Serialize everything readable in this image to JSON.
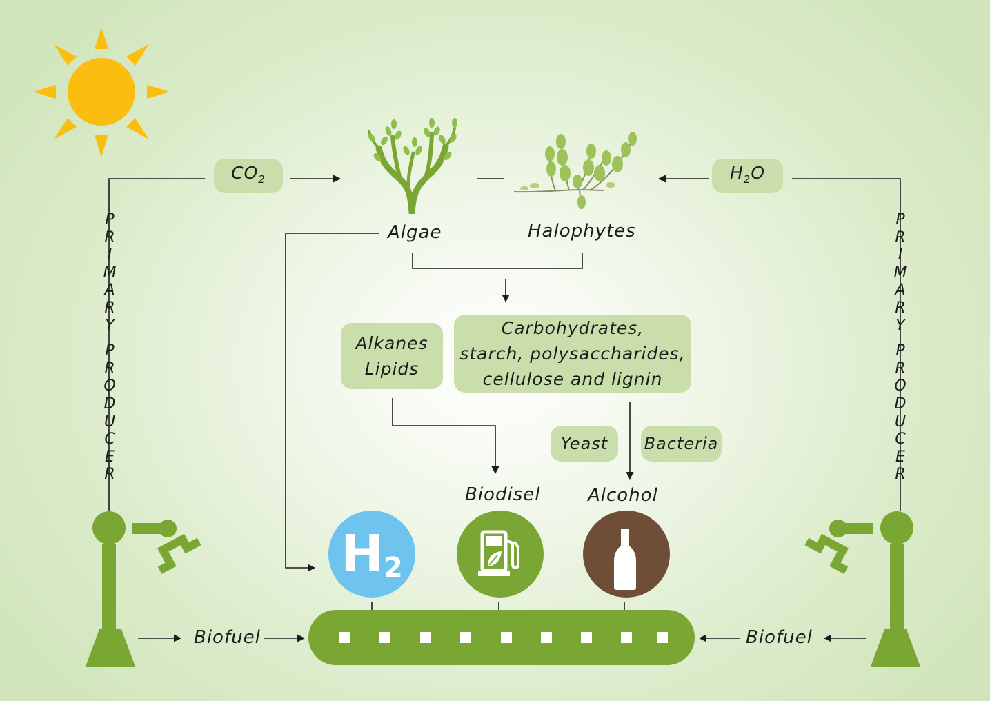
{
  "inputs": {
    "co2": "CO",
    "co2_sub": "2",
    "h2o_main": "H",
    "h2o_sub": "2",
    "h2o_tail": "O"
  },
  "plants": {
    "algae": "Algae",
    "halophytes": "Halophytes"
  },
  "compounds": {
    "lipids": [
      "Alkanes",
      "Lipids"
    ],
    "carbs": [
      "Carbohydrates,",
      "starch, polysaccharides,",
      "cellulose and lignin"
    ]
  },
  "organisms": {
    "yeast": "Yeast",
    "bacteria": "Bacteria"
  },
  "products": {
    "biodiesel": "Biodisel",
    "alcohol": "Alcohol",
    "hydrogen_main": "H",
    "hydrogen_sub": "2"
  },
  "biofuel": {
    "left": "Biofuel",
    "right": "Biofuel"
  },
  "side_labels": {
    "left": "PRIMARY PRODUCER",
    "right": "PRIMARY PRODUCER"
  },
  "colors": {
    "green": "#7aa733",
    "pill": "#c9deaa",
    "sun": "#fbbd10",
    "hydrogen": "#6ec3ef",
    "alcohol": "#6f4e37"
  },
  "icons": [
    "sun-icon",
    "algae-icon",
    "halophyte-icon",
    "robot-arm-icon",
    "fuel-pump-icon",
    "bottle-icon",
    "conveyor-belt"
  ]
}
